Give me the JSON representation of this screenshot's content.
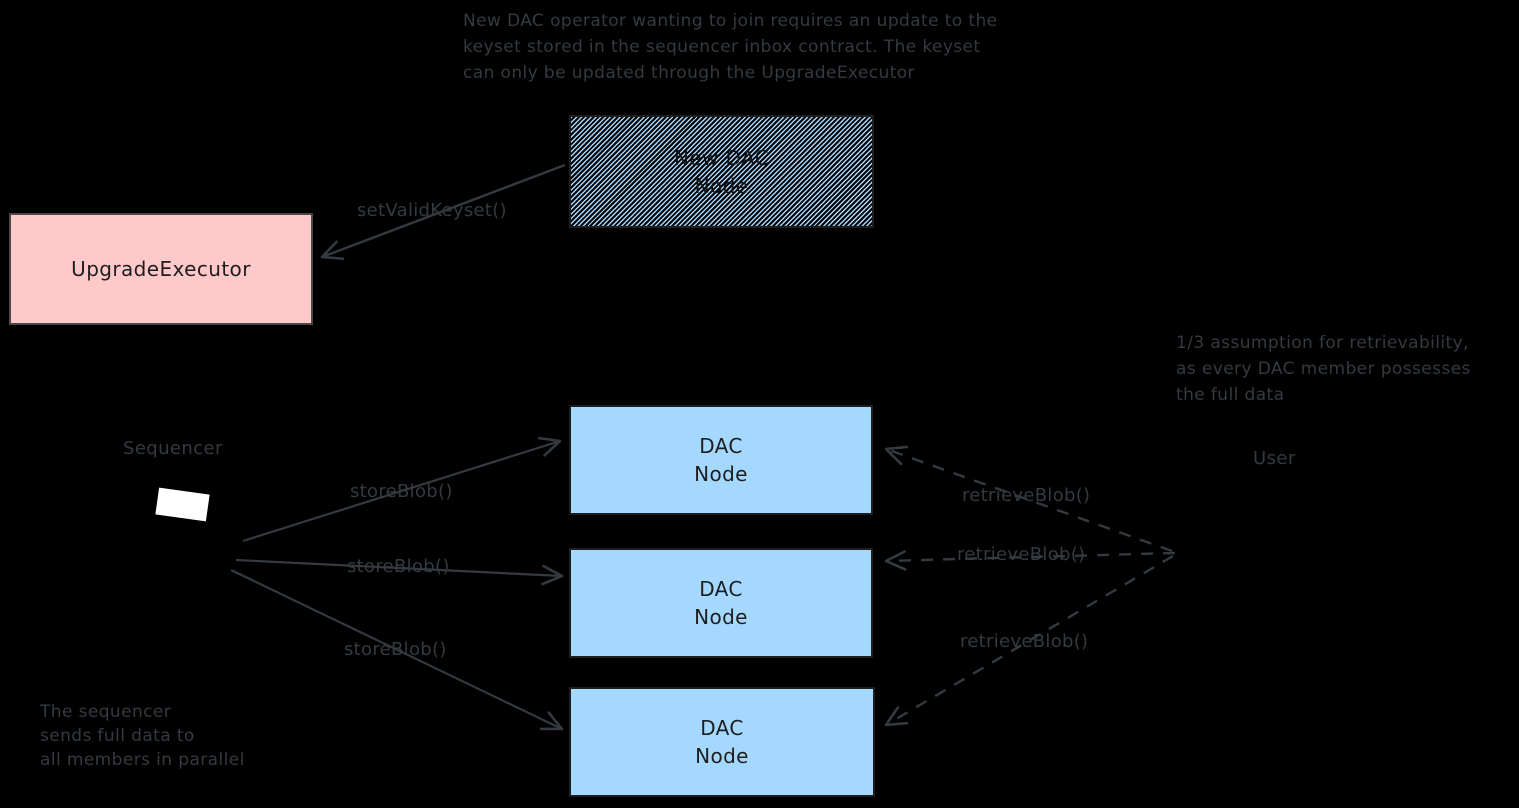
{
  "app": {
    "kind": "whiteboard-diagram",
    "topic": "DAC keyset update and blob storage/retrieval flow"
  },
  "colors": {
    "background": "#000000",
    "upgrade_executor_fill": "#ffc9c9",
    "dac_node_fill": "#a5d8ff",
    "hatch_stroke": "#a5d8ff",
    "box_border": "#1e1e1e",
    "annotation_gray": "#343a40",
    "sequencer_screen": "#ffffff"
  },
  "notes": {
    "top": {
      "lines": [
        "New DAC operator wanting to join requires an update to the",
        "keyset stored in the sequencer inbox contract. The keyset",
        "can only be updated through the UpgradeExecutor"
      ]
    },
    "right": {
      "lines": [
        "1/3 assumption for retrievability,",
        "as every DAC member possesses",
        "the full data"
      ]
    },
    "bottom_left": {
      "lines": [
        "The sequencer",
        "sends full data to",
        "all members in parallel"
      ]
    }
  },
  "nodes": {
    "upgrade_executor": {
      "label": "UpgradeExecutor",
      "fill": "#ffc9c9"
    },
    "new_dac_node": {
      "line1": "New DAC",
      "line2": "Node",
      "fill_style": "hachure",
      "fill": "#a5d8ff"
    },
    "dac_nodes": [
      {
        "line1": "DAC",
        "line2": "Node"
      },
      {
        "line1": "DAC",
        "line2": "Node"
      },
      {
        "line1": "DAC",
        "line2": "Node"
      }
    ],
    "sequencer": {
      "label": "Sequencer"
    },
    "user": {
      "label": "User"
    }
  },
  "edges": {
    "set_valid_keyset": {
      "label": "setValidKeyset()",
      "style": "solid",
      "from": "New DAC Node",
      "to": "UpgradeExecutor"
    },
    "store_blob": [
      {
        "label": "storeBlob()",
        "style": "solid",
        "from": "Sequencer",
        "to": "DAC Node 1"
      },
      {
        "label": "storeBlob()",
        "style": "solid",
        "from": "Sequencer",
        "to": "DAC Node 2"
      },
      {
        "label": "storeBlob()",
        "style": "solid",
        "from": "Sequencer",
        "to": "DAC Node 3"
      }
    ],
    "retrieve_blob": [
      {
        "label": "retrieveBlob()",
        "style": "dashed",
        "from": "User",
        "to": "DAC Node 1"
      },
      {
        "label": "retrieveBlob()",
        "style": "dashed",
        "from": "User",
        "to": "DAC Node 2"
      },
      {
        "label": "retrieveBlob()",
        "style": "dashed",
        "from": "User",
        "to": "DAC Node 3"
      }
    ]
  }
}
